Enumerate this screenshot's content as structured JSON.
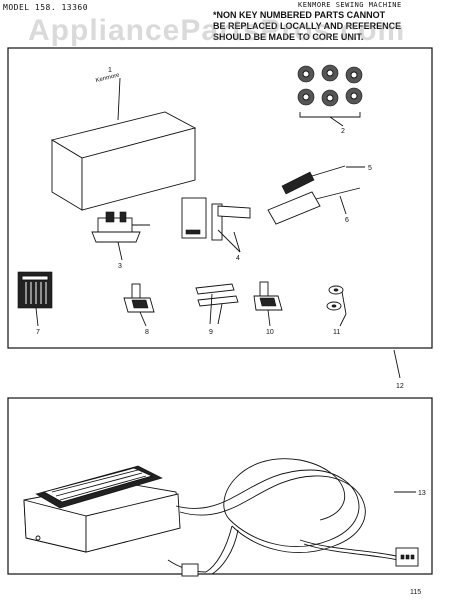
{
  "header": {
    "model": "MODEL 158. 13360",
    "machine": "KENMORE SEWING MACHINE",
    "note_lines": [
      "*NON KEY NUMBERED PARTS CANNOT",
      "BE REPLACED LOCALLY AND REFERENCE",
      "SHOULD BE MADE TO CORE UNIT."
    ]
  },
  "watermark": "AppliancePartsPros.com",
  "brand_on_box": "Kenmore",
  "part_numbers": {
    "p1": "1",
    "p2": "2",
    "p3": "3",
    "p4": "4",
    "p5": "5",
    "p6": "6",
    "p7": "7",
    "p8": "8",
    "p9": "9",
    "p10": "10",
    "p11": "11",
    "p12": "12",
    "p13": "13"
  },
  "footer_code": "115"
}
